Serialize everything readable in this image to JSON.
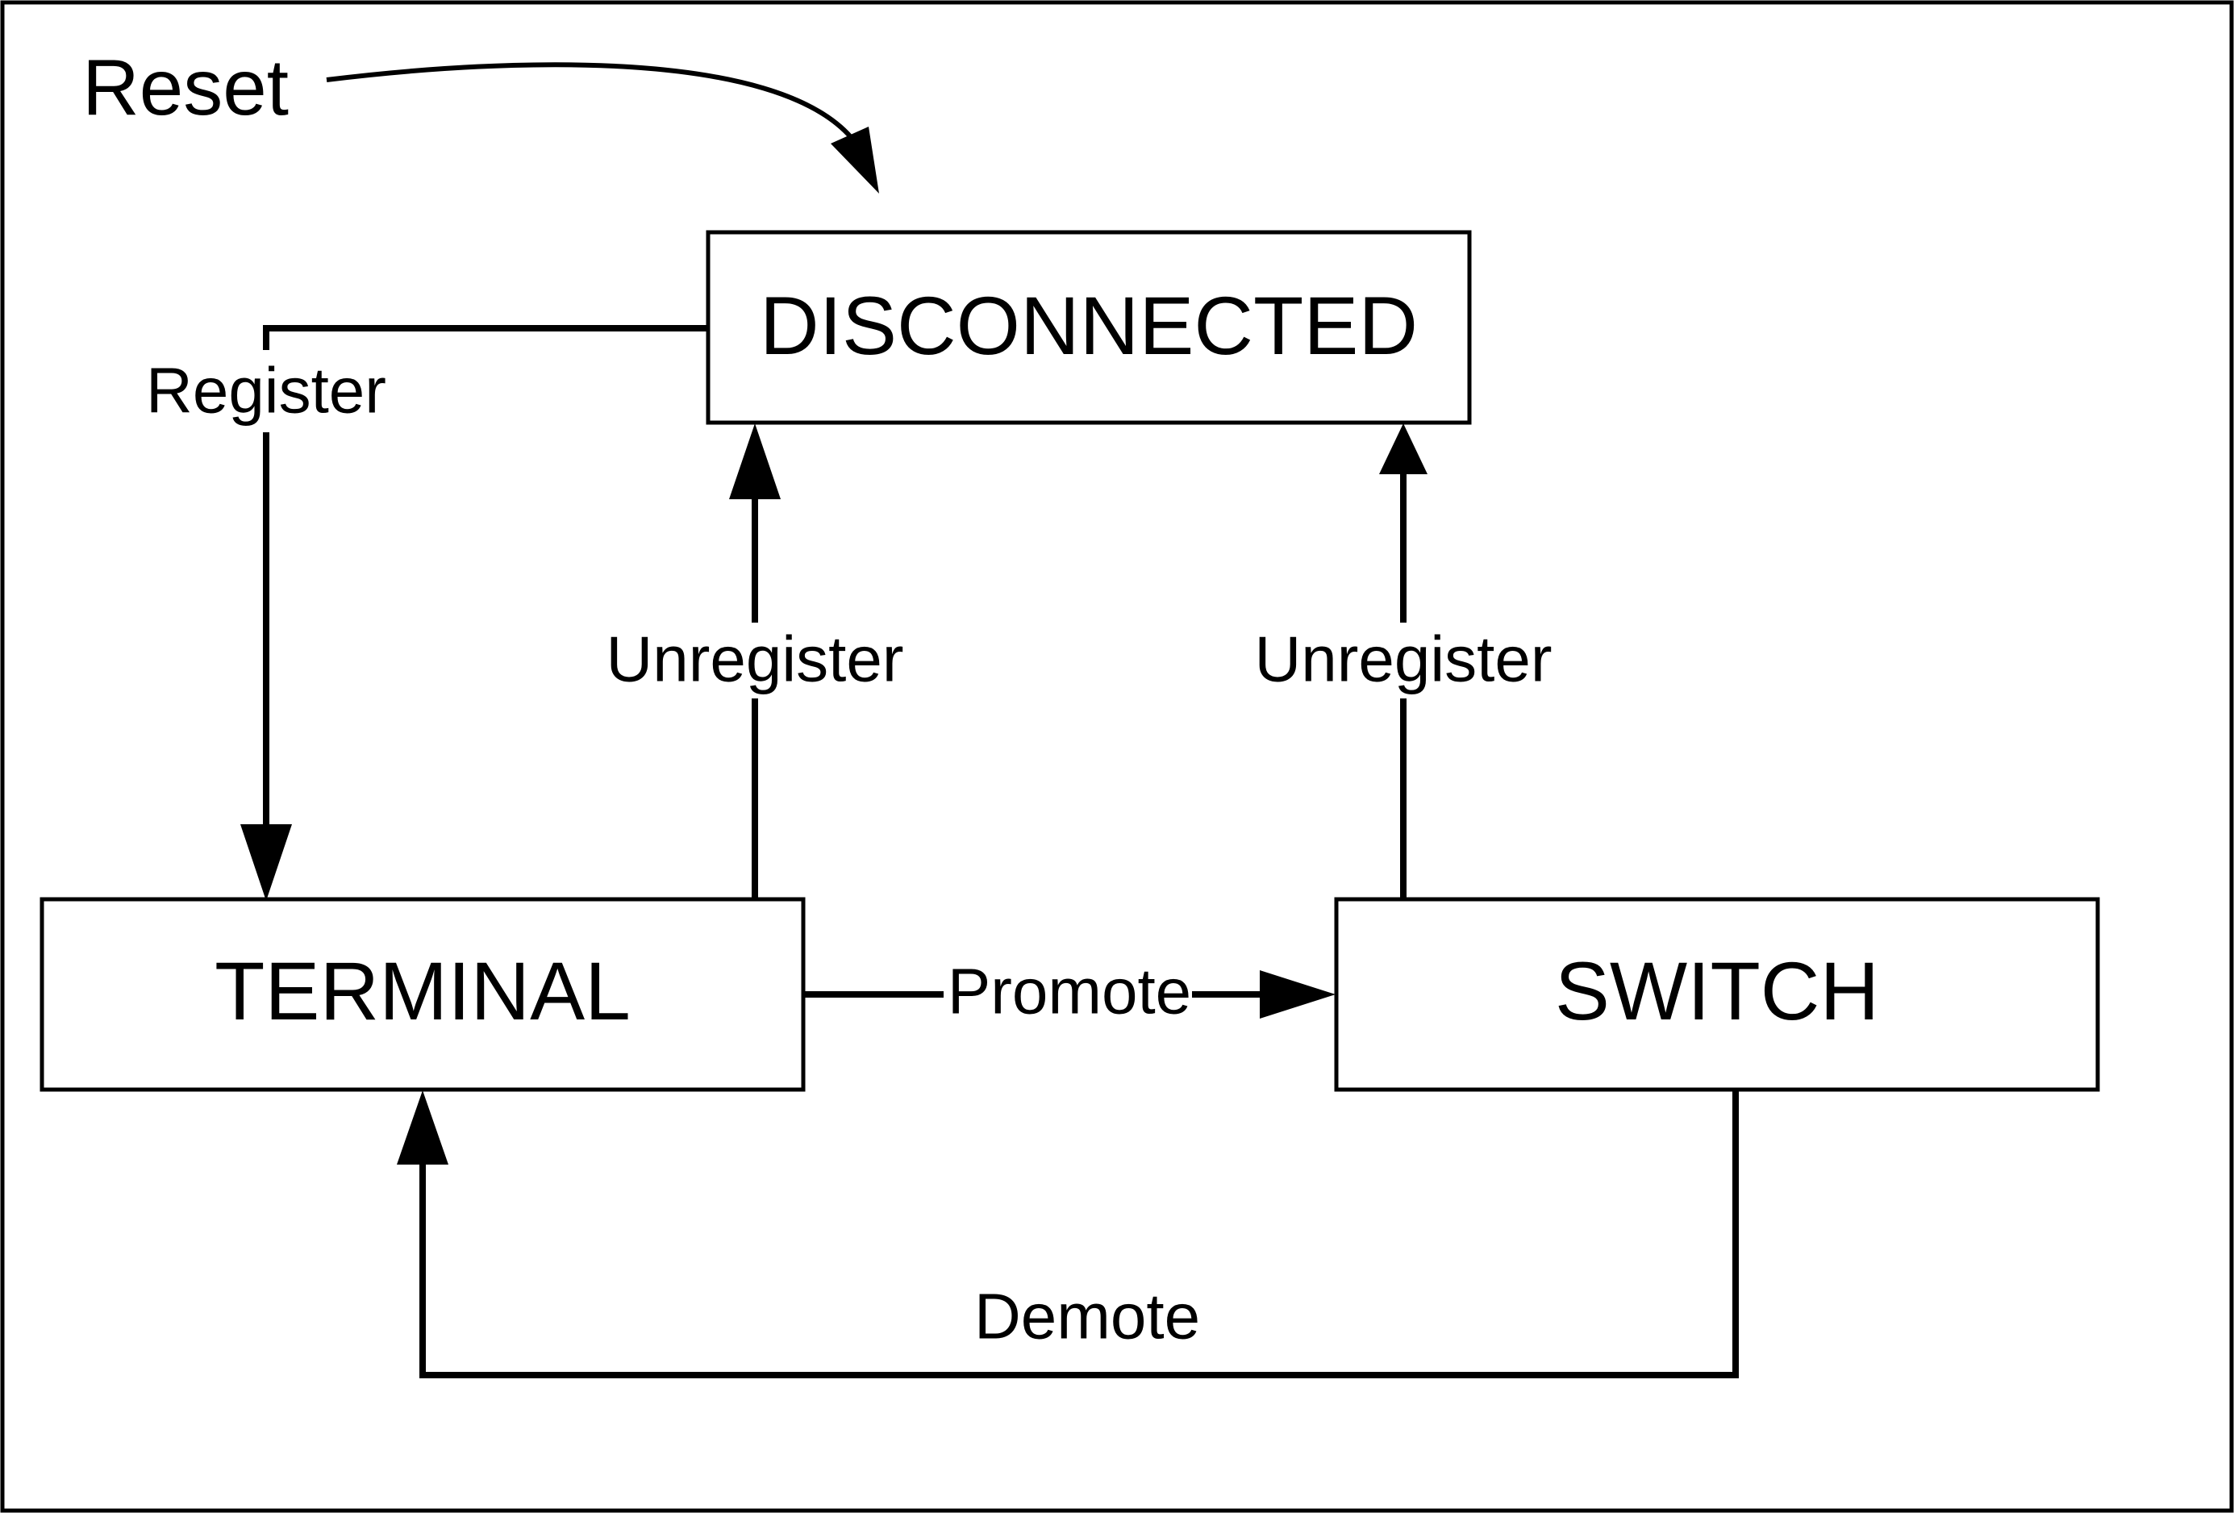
{
  "diagram": {
    "initial_transition": {
      "label": "Reset"
    },
    "states": {
      "disconnected": {
        "label": "DISCONNECTED"
      },
      "terminal": {
        "label": "TERMINAL"
      },
      "switch": {
        "label": "SWITCH"
      }
    },
    "transitions": {
      "register": {
        "label": "Register",
        "from": "DISCONNECTED",
        "to": "TERMINAL"
      },
      "unregister_terminal": {
        "label": "Unregister",
        "from": "TERMINAL",
        "to": "DISCONNECTED"
      },
      "unregister_switch": {
        "label": "Unregister",
        "from": "SWITCH",
        "to": "DISCONNECTED"
      },
      "promote": {
        "label": "Promote",
        "from": "TERMINAL",
        "to": "SWITCH"
      },
      "demote": {
        "label": "Demote",
        "from": "SWITCH",
        "to": "TERMINAL"
      }
    },
    "colors": {
      "stroke": "#000000",
      "background": "#ffffff"
    }
  }
}
